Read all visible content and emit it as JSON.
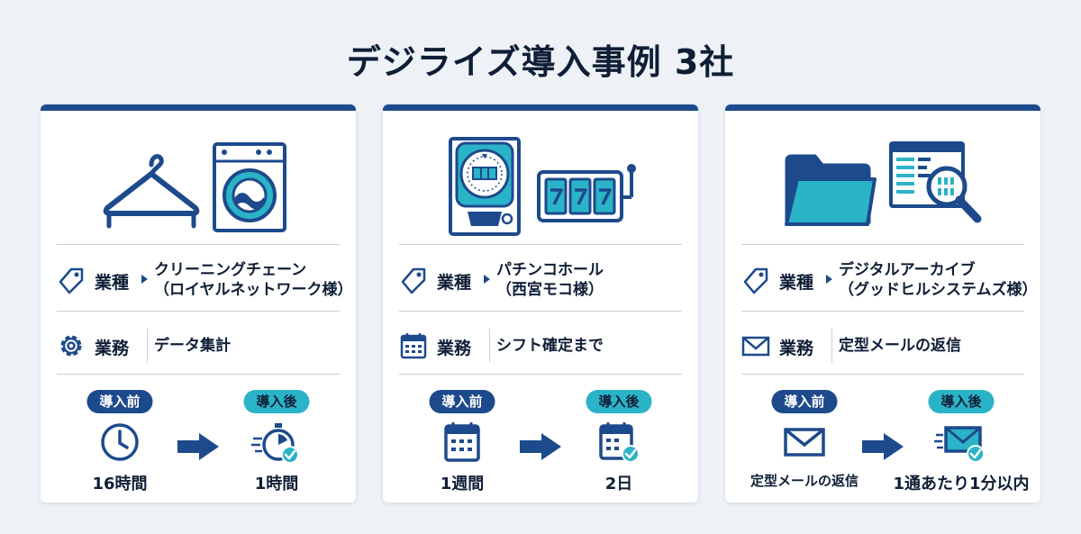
{
  "title": "デジライズ導入事例 3社",
  "colors": {
    "navy": "#1d4a8c",
    "cyan": "#2bb3c8",
    "text": "#0f1e36"
  },
  "cards": [
    {
      "hero_icons": [
        "hanger-icon",
        "washing-machine-icon"
      ],
      "industry_label": "業種",
      "industry_line1": "クリーニングチェーン",
      "industry_line2": "（ロイヤルネットワーク様）",
      "task_icon": "gear-icon",
      "task_label": "業務",
      "task_value": "データ集計",
      "before_label": "導入前",
      "after_label": "導入後",
      "before_icon": "clock-icon",
      "after_icon": "stopwatch-check-icon",
      "before_value": "16時間",
      "after_value": "1時間"
    },
    {
      "hero_icons": [
        "pachinko-machine-icon",
        "slot-machine-icon"
      ],
      "industry_label": "業種",
      "industry_line1": "パチンコホール",
      "industry_line2": "（西宮モコ様）",
      "task_icon": "calendar-icon",
      "task_label": "業務",
      "task_value": "シフト確定まで",
      "before_label": "導入前",
      "after_label": "導入後",
      "before_icon": "calendar-icon",
      "after_icon": "calendar-check-icon",
      "before_value": "1週間",
      "after_value": "2日"
    },
    {
      "hero_icons": [
        "folder-icon",
        "binary-search-icon"
      ],
      "industry_label": "業種",
      "industry_line1": "デジタルアーカイブ",
      "industry_line2": "（グッドヒルシステムズ様）",
      "task_icon": "envelope-icon",
      "task_label": "業務",
      "task_value": "定型メールの返信",
      "before_label": "導入前",
      "after_label": "導入後",
      "before_icon": "envelope-icon",
      "after_icon": "envelope-check-icon",
      "before_value": "定型メールの返信",
      "after_value": "1通あたり1分以内"
    }
  ]
}
